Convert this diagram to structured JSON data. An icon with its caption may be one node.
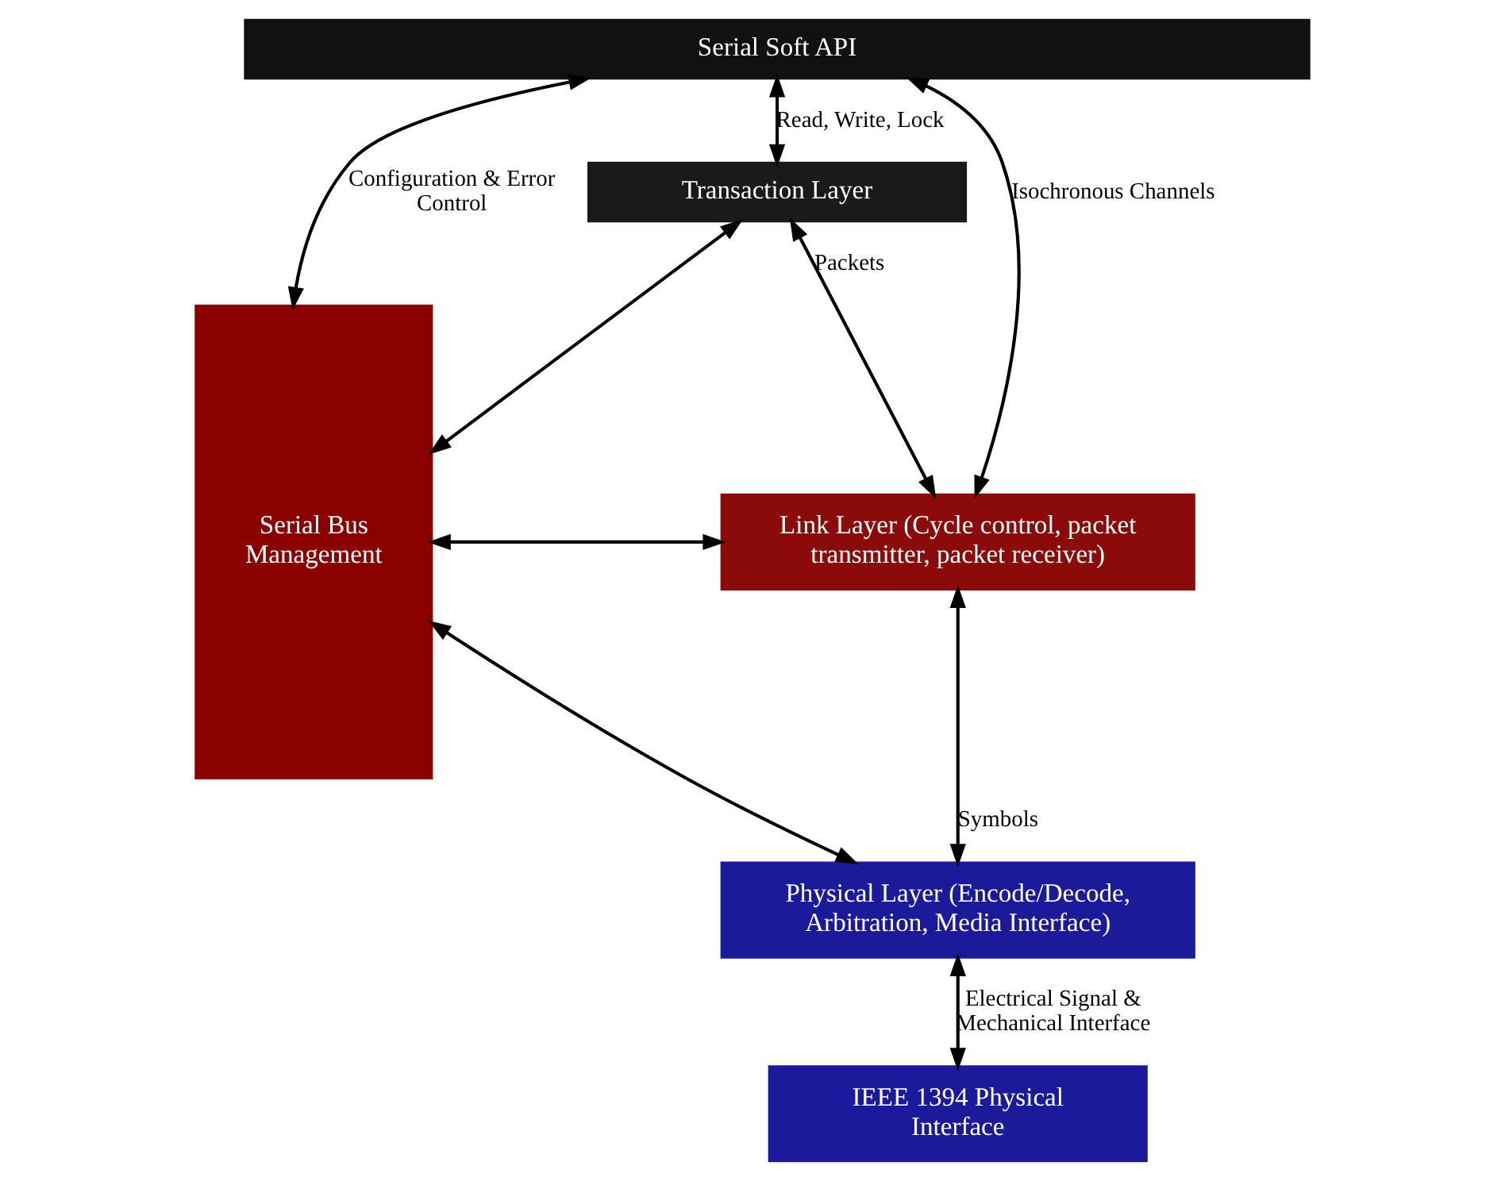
{
  "diagram": {
    "nodes": [
      {
        "text": [
          "Serial Soft API"
        ]
      },
      {
        "text": [
          "Serial Bus Management"
        ]
      },
      {
        "text": [
          "Transaction Layer"
        ]
      },
      {
        "text": [
          "Link Layer (Cycle control, packet transmitter, packet receiver)"
        ]
      },
      {
        "text": [
          "Physical Layer (Encode/Decode, Arbitration, Media Interface)"
        ]
      },
      {
        "text": [
          "IEEE 1394 Physical Interface"
        ]
      }
    ],
    "edges": [
      {
        "from": 0,
        "to": 1,
        "arrow": "both",
        "label": "Configuration & Error Control"
      },
      {
        "from": 0,
        "to": 2,
        "arrow": "both",
        "label": "Read, Write, Lock"
      },
      {
        "from": 0,
        "to": 3,
        "arrow": "both",
        "label": "Isochronous Channels"
      },
      {
        "from": 1,
        "to": 2,
        "arrow": "both"
      },
      {
        "from": 2,
        "to": 3,
        "arrow": "both",
        "label": "Packets"
      },
      {
        "from": 1,
        "to": 3,
        "arrow": "both"
      },
      {
        "from": 3,
        "to": 4,
        "arrow": "both",
        "label": "Symbols"
      },
      {
        "from": 1,
        "to": 4,
        "arrow": "both"
      },
      {
        "from": 4,
        "to": 5,
        "arrow": "both",
        "label": "Electrical Signal & Mechanical Interface"
      }
    ]
  }
}
